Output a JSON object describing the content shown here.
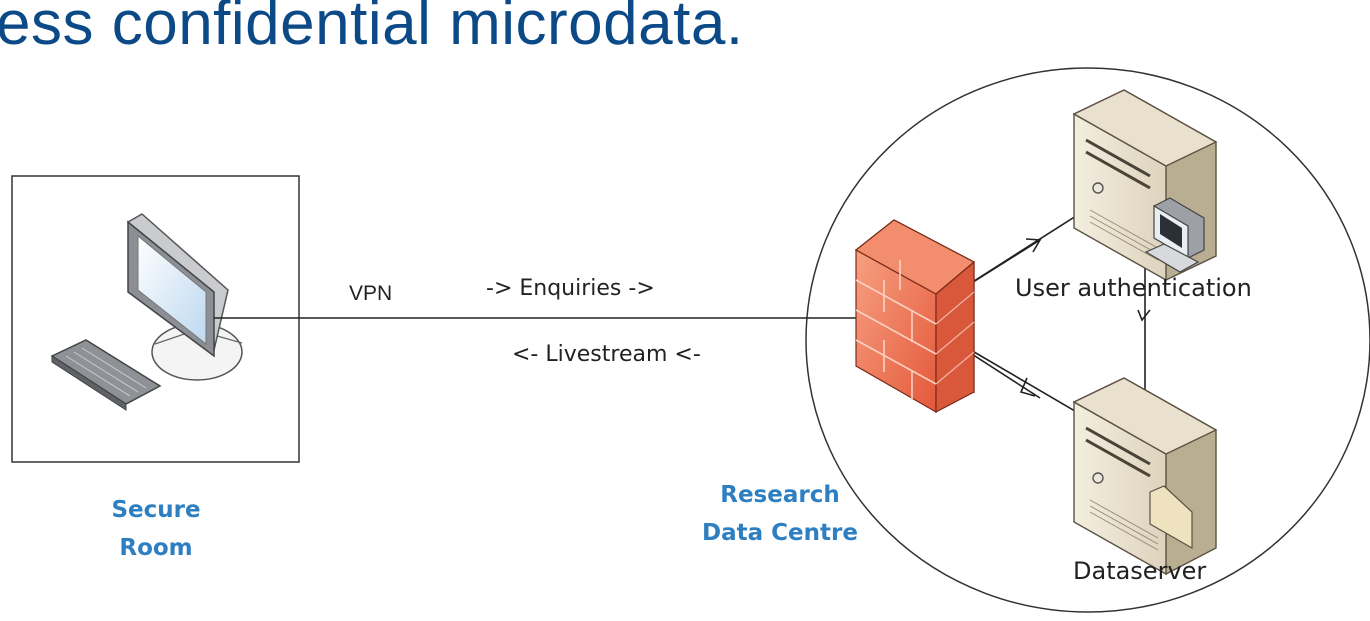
{
  "title": "ess confidential microdata.",
  "diagram": {
    "link_label": "VPN",
    "enquiries_label": "-> Enquiries ->",
    "livestream_label": "<- Livestream <-",
    "secure_room": [
      "Secure",
      "Room"
    ],
    "research_data_centre": [
      "Research",
      "Data Centre"
    ],
    "user_auth_label": "User authentication",
    "dataserver_label": "Dataserver"
  },
  "colors": {
    "title": "#0b4a86",
    "group_label": "#2e7fc2",
    "firewall": "#f07050"
  }
}
